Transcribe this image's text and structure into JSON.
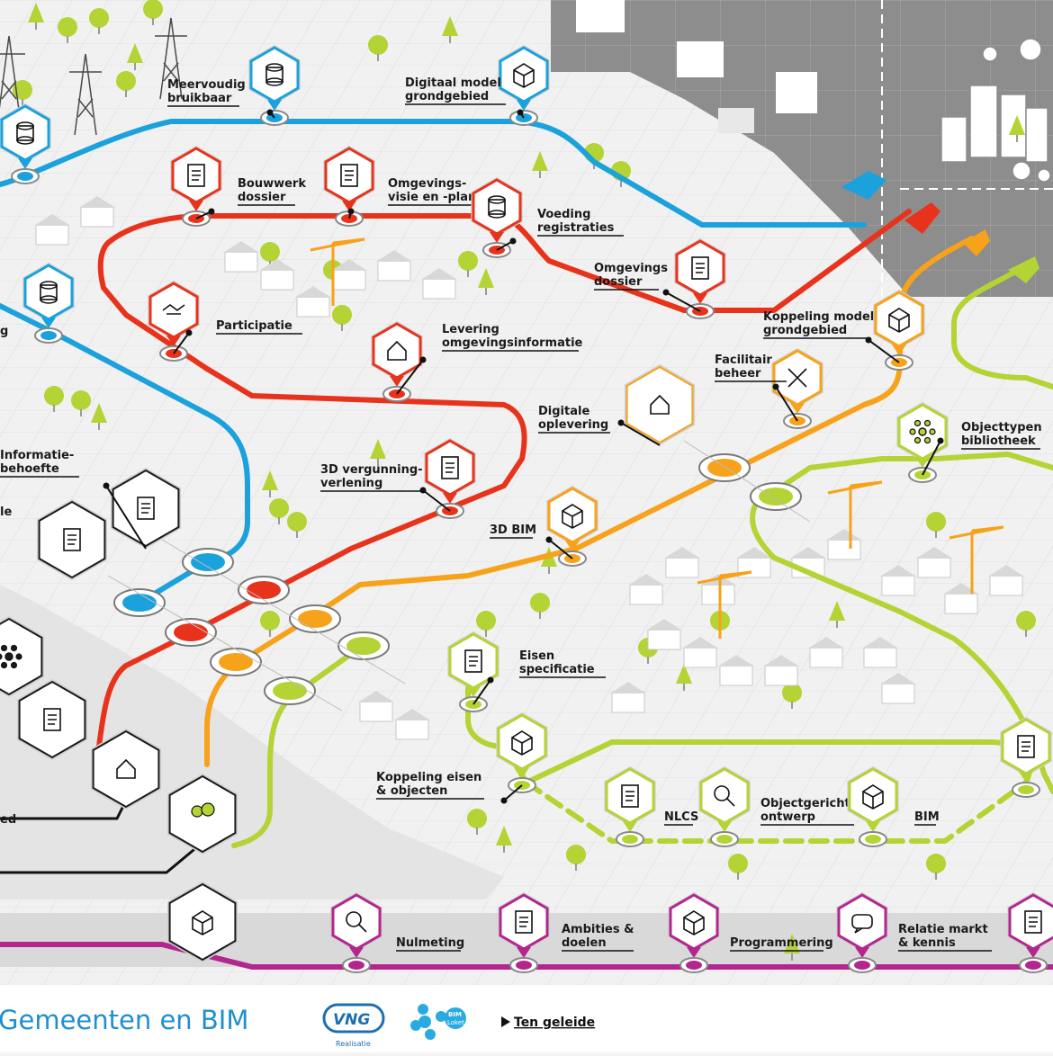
{
  "colors": {
    "blue": "#1ba1dc",
    "red": "#e8331c",
    "orange": "#f7a21b",
    "lime": "#b4d334",
    "purple": "#b3268e",
    "city": "#8c8c8c",
    "water": "#29abe2"
  },
  "stations": [
    {
      "id": "meervoudig",
      "lines": [
        "Meervoudig",
        "bruikbaar"
      ],
      "icon": "database-arrows-icon"
    },
    {
      "id": "digitaal-model",
      "lines": [
        "Digitaal model",
        "grondgebied"
      ],
      "icon": "grid-cube-icon"
    },
    {
      "id": "bouwwerk",
      "lines": [
        "Bouwwerk",
        "dossier"
      ],
      "icon": "folder-stack-icon"
    },
    {
      "id": "omgevingsvisie",
      "lines": [
        "Omgevings-",
        "visie en -plan"
      ],
      "icon": "idea-document-icon"
    },
    {
      "id": "voeding",
      "lines": [
        "Voeding",
        "registraties"
      ],
      "icon": "database-feed-icon"
    },
    {
      "id": "omgevingsdossier",
      "lines": [
        "Omgevings",
        "dossier"
      ],
      "icon": "folder-stack-icon"
    },
    {
      "id": "participatie",
      "lines": [
        "Participatie"
      ],
      "icon": "handshake-icon"
    },
    {
      "id": "levering",
      "lines": [
        "Levering",
        "omgevingsinformatie"
      ],
      "icon": "building-delivery-icon"
    },
    {
      "id": "koppeling-model",
      "lines": [
        "Koppeling model",
        "grondgebied"
      ],
      "icon": "cube-layer-icon"
    },
    {
      "id": "facilitair",
      "lines": [
        "Facilitair",
        "beheer"
      ],
      "icon": "tools-icon"
    },
    {
      "id": "digitale-oplevering",
      "lines": [
        "Digitale",
        "oplevering"
      ],
      "icon": "house-delivery-icon"
    },
    {
      "id": "objecttypen",
      "lines": [
        "Objecttypen",
        "bibliotheek"
      ],
      "icon": "network-nodes-icon"
    },
    {
      "id": "informatiebehoefte",
      "lines": [
        "Informatie-",
        "behoefte"
      ],
      "icon": "documents-question-icon"
    },
    {
      "id": "vergunning",
      "lines": [
        "3D vergunning-",
        "verlening"
      ],
      "icon": "permit-document-icon"
    },
    {
      "id": "bim3d",
      "lines": [
        "3D BIM"
      ],
      "icon": "bim-cube-icon"
    },
    {
      "id": "eisen",
      "lines": [
        "Eisen",
        "specificatie"
      ],
      "icon": "checklist-icon"
    },
    {
      "id": "koppeling-eisen",
      "lines": [
        "Koppeling eisen",
        "& objecten"
      ],
      "icon": "checklist-cube-icon"
    },
    {
      "id": "nlcs",
      "lines": [
        "NLCS"
      ],
      "icon": "drawing-icon"
    },
    {
      "id": "objectgericht",
      "lines": [
        "Objectgericht",
        "ontwerp"
      ],
      "icon": "design-magnifier-icon"
    },
    {
      "id": "bim",
      "lines": [
        "BIM"
      ],
      "icon": "bim-cube-icon"
    },
    {
      "id": "nulmeting",
      "lines": [
        "Nulmeting"
      ],
      "icon": "magnifier-icon"
    },
    {
      "id": "ambities",
      "lines": [
        "Ambities &",
        "doelen"
      ],
      "icon": "idea-document-icon"
    },
    {
      "id": "programmering",
      "lines": [
        "Programmering"
      ],
      "icon": "cube-network-icon"
    },
    {
      "id": "relatie",
      "lines": [
        "Relatie markt",
        "& kennis"
      ],
      "icon": "speech-bubble-icon"
    }
  ],
  "edge_labels": {
    "left_g": "g",
    "left_le": "le",
    "left_ed": "ed"
  },
  "footer": {
    "title": "Gemeenten en BIM",
    "vng": "VNG",
    "vng_sub": "Realisatie",
    "bim_loket_top": "BIM",
    "bim_loket_bottom": "Loket",
    "link": "Ten geleide"
  }
}
